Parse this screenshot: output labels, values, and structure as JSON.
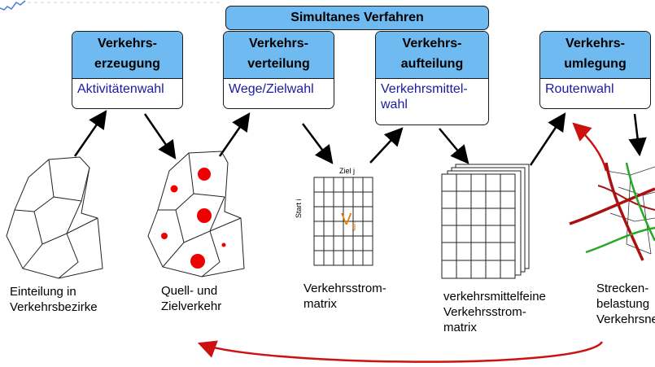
{
  "banner": {
    "title": "Simultanes Verfahren"
  },
  "stages": [
    {
      "title": "Verkehrs-\nerzeugung",
      "subtitle": "Aktivitätenwahl"
    },
    {
      "title": "Verkehrs-\nverteilung",
      "subtitle": "Wege/Zielwahl"
    },
    {
      "title": "Verkehrs-\naufteilung",
      "subtitle": "Verkehrsmittel-\nwahl"
    },
    {
      "title": "Verkehrs-\numlegung",
      "subtitle": "Routenwahl"
    }
  ],
  "captions": {
    "zones": "Einteilung in\nVerkehrsbezirke",
    "origin_dest": "Quell- und\nZielverkehr",
    "od_matrix": "Verkehrsstrom-\nmatrix",
    "mode_matrix": "verkehrsmittelfeine\nVerkehrsstrom-\nmatrix",
    "assignment": "Strecken-\nbelastung\nVerkehrsnet"
  },
  "matrix_labels": {
    "col_axis": "Ziel j",
    "row_axis": "Start i",
    "cell_symbol": "V",
    "cell_index": "ij"
  },
  "colors": {
    "box_header": "#6fbaf0",
    "subtitle_text": "#1a1aa0",
    "feedback_arrow": "#cc1111",
    "traffic_dots": "#ee0000",
    "route_red": "#aa1111",
    "route_green": "#22aa22",
    "cell_symbol": "#e07b00"
  }
}
